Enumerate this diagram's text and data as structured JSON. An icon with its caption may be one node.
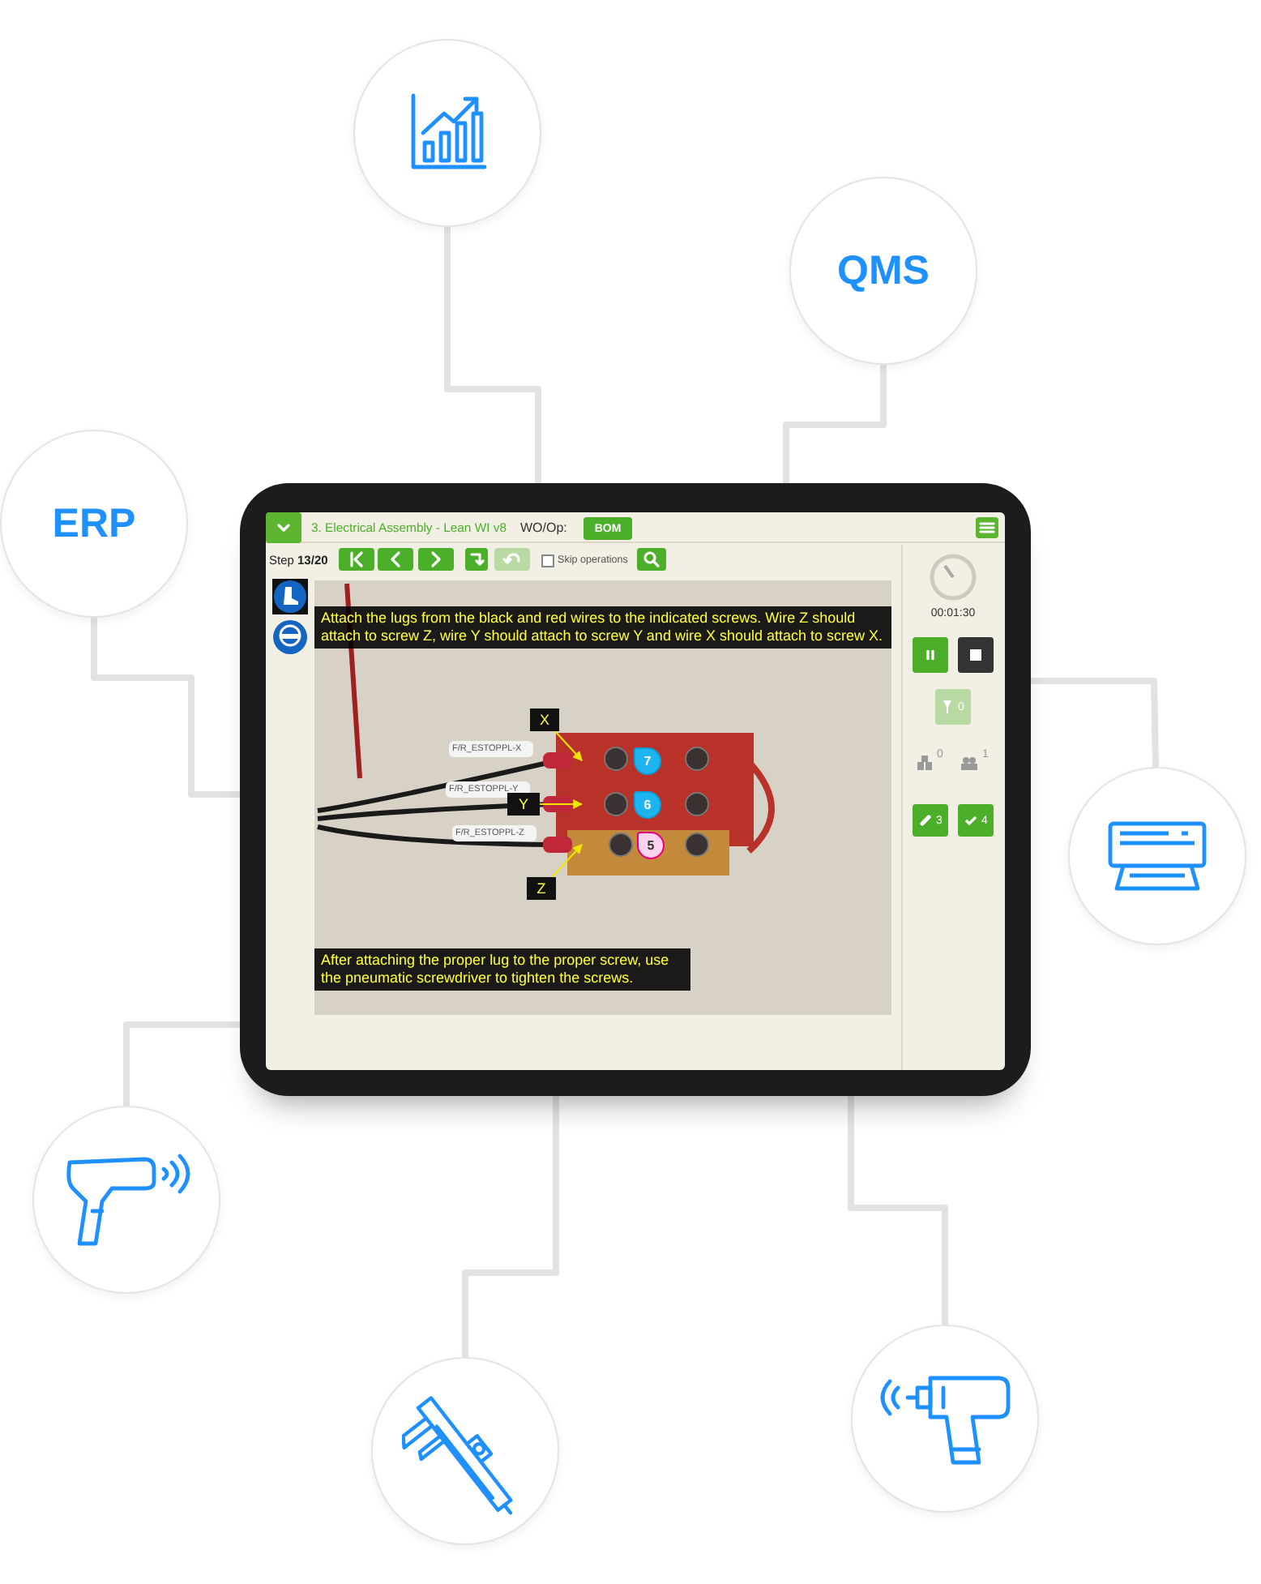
{
  "diagram": {
    "nodes": [
      {
        "text": [],
        "shape": "circle"
      },
      {
        "text": [
          "QMS"
        ]
      },
      {
        "text": [
          "ERP"
        ]
      },
      {
        "text": [],
        "shape": "picture"
      },
      {
        "text": [
          "X"
        ],
        "in": 3
      },
      {
        "text": [
          "Y"
        ],
        "in": 3
      },
      {
        "text": [
          "Z"
        ],
        "in": 3
      },
      {
        "text": [],
        "shape": "circle"
      },
      {
        "text": [],
        "shape": "circle"
      },
      {
        "text": [],
        "shape": "circle"
      },
      {
        "text": [],
        "shape": "circle"
      }
    ],
    "edges": [
      {
        "from": 3,
        "to": 0,
        "arrow": "none"
      },
      {
        "from": 3,
        "to": 1,
        "arrow": "none"
      },
      {
        "from": 3,
        "to": 2,
        "arrow": "none"
      },
      {
        "from": 3,
        "to": 7,
        "arrow": "none"
      },
      {
        "from": 3,
        "to": 8,
        "arrow": "none"
      },
      {
        "from": 3,
        "to": 9,
        "arrow": "none"
      },
      {
        "from": 3,
        "to": 10,
        "arrow": "none"
      },
      {
        "from": 4,
        "to": null,
        "arrow": "to",
        "color": "#f2e600"
      },
      {
        "from": 5,
        "to": null,
        "arrow": "to",
        "color": "#f2e600"
      },
      {
        "from": 6,
        "to": null,
        "arrow": "to",
        "color": "#f2e600"
      }
    ],
    "labels": [
      "3. Electrical Assembly - Lean WI v8",
      "WO/Op:",
      "BOM",
      "Step **13/20**",
      "Skip operations",
      "Attach the lugs from the black and red wires to the indicated screws. Wire Z should attach to screw Z, wire Y should attach to screw Y and wire X should attach to screw X.",
      "F/R_ESTOPPL-X",
      "7",
      "F/R_ESTOPPL-Y",
      "6",
      "F/R_ESTOPPL-Z",
      "5",
      "After attaching the proper lug to the proper screw, use the pneumatic screwdriver to tighten the screws.",
      "00:01:30",
      "0",
      "0",
      "1",
      "3",
      "4"
    ]
  }
}
